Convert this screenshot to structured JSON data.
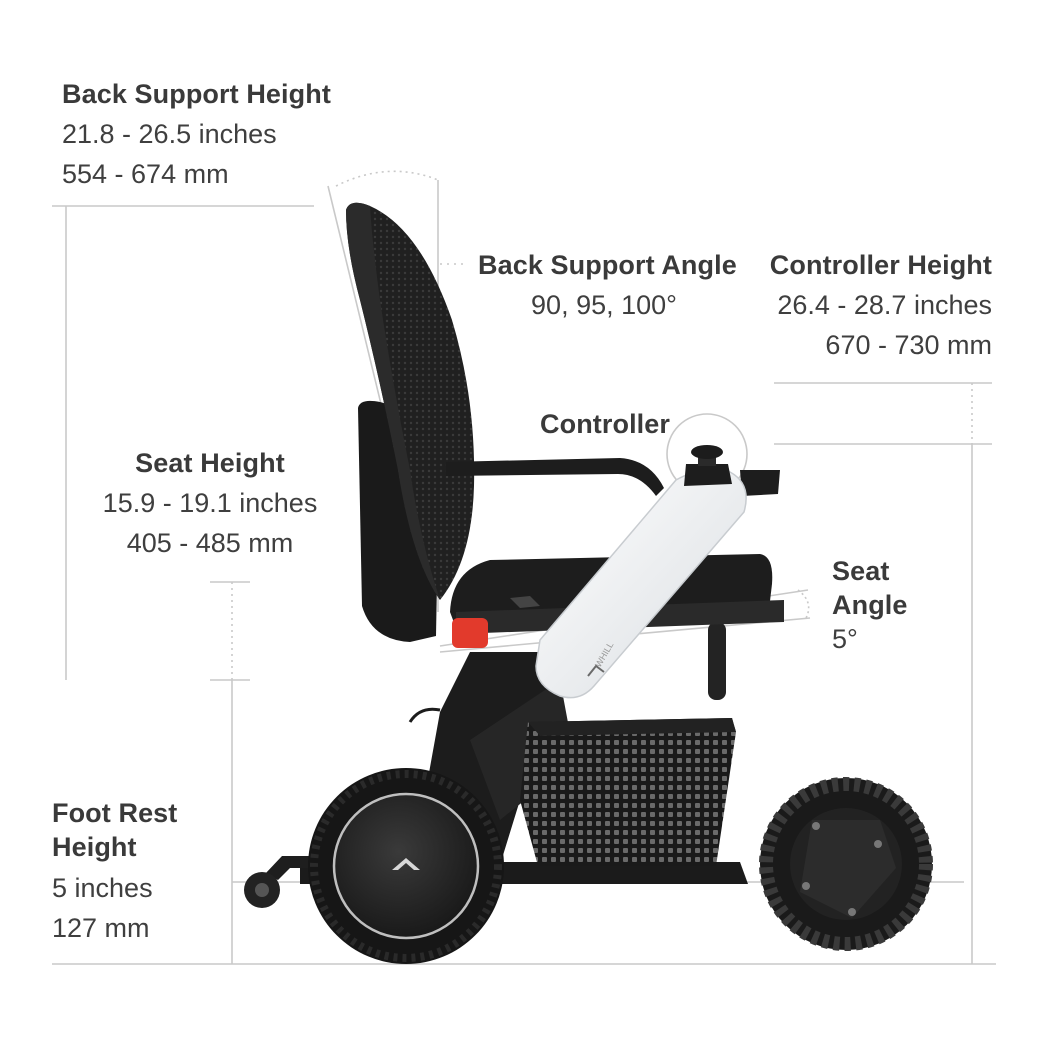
{
  "labels": {
    "back_support_height": {
      "title": "Back Support Height",
      "line1": "21.8 - 26.5 inches",
      "line2": "554 - 674 mm"
    },
    "back_support_angle": {
      "title": "Back Support Angle",
      "line1": "90, 95, 100°"
    },
    "controller_height": {
      "title": "Controller Height",
      "line1": "26.4 - 28.7 inches",
      "line2": "670 - 730 mm"
    },
    "controller": {
      "title": "Controller"
    },
    "seat_height": {
      "title": "Seat Height",
      "line1": "15.9 - 19.1 inches",
      "line2": "405 - 485 mm"
    },
    "seat_angle": {
      "title_line1": "Seat",
      "title_line2": "Angle",
      "line1": "5°"
    },
    "foot_rest_height": {
      "title_line1": "Foot Rest",
      "title_line2": "Height",
      "line1": "5 inches",
      "line2": "127 mm"
    }
  },
  "product": {
    "brand_mark": "WHILL"
  },
  "colors": {
    "label_text": "#3a3a3a",
    "dimension_line": "#c8c8c8",
    "frame_black": "#1c1c1c",
    "arm_white": "#eef0f2",
    "reflector_red": "#e23a2c"
  }
}
